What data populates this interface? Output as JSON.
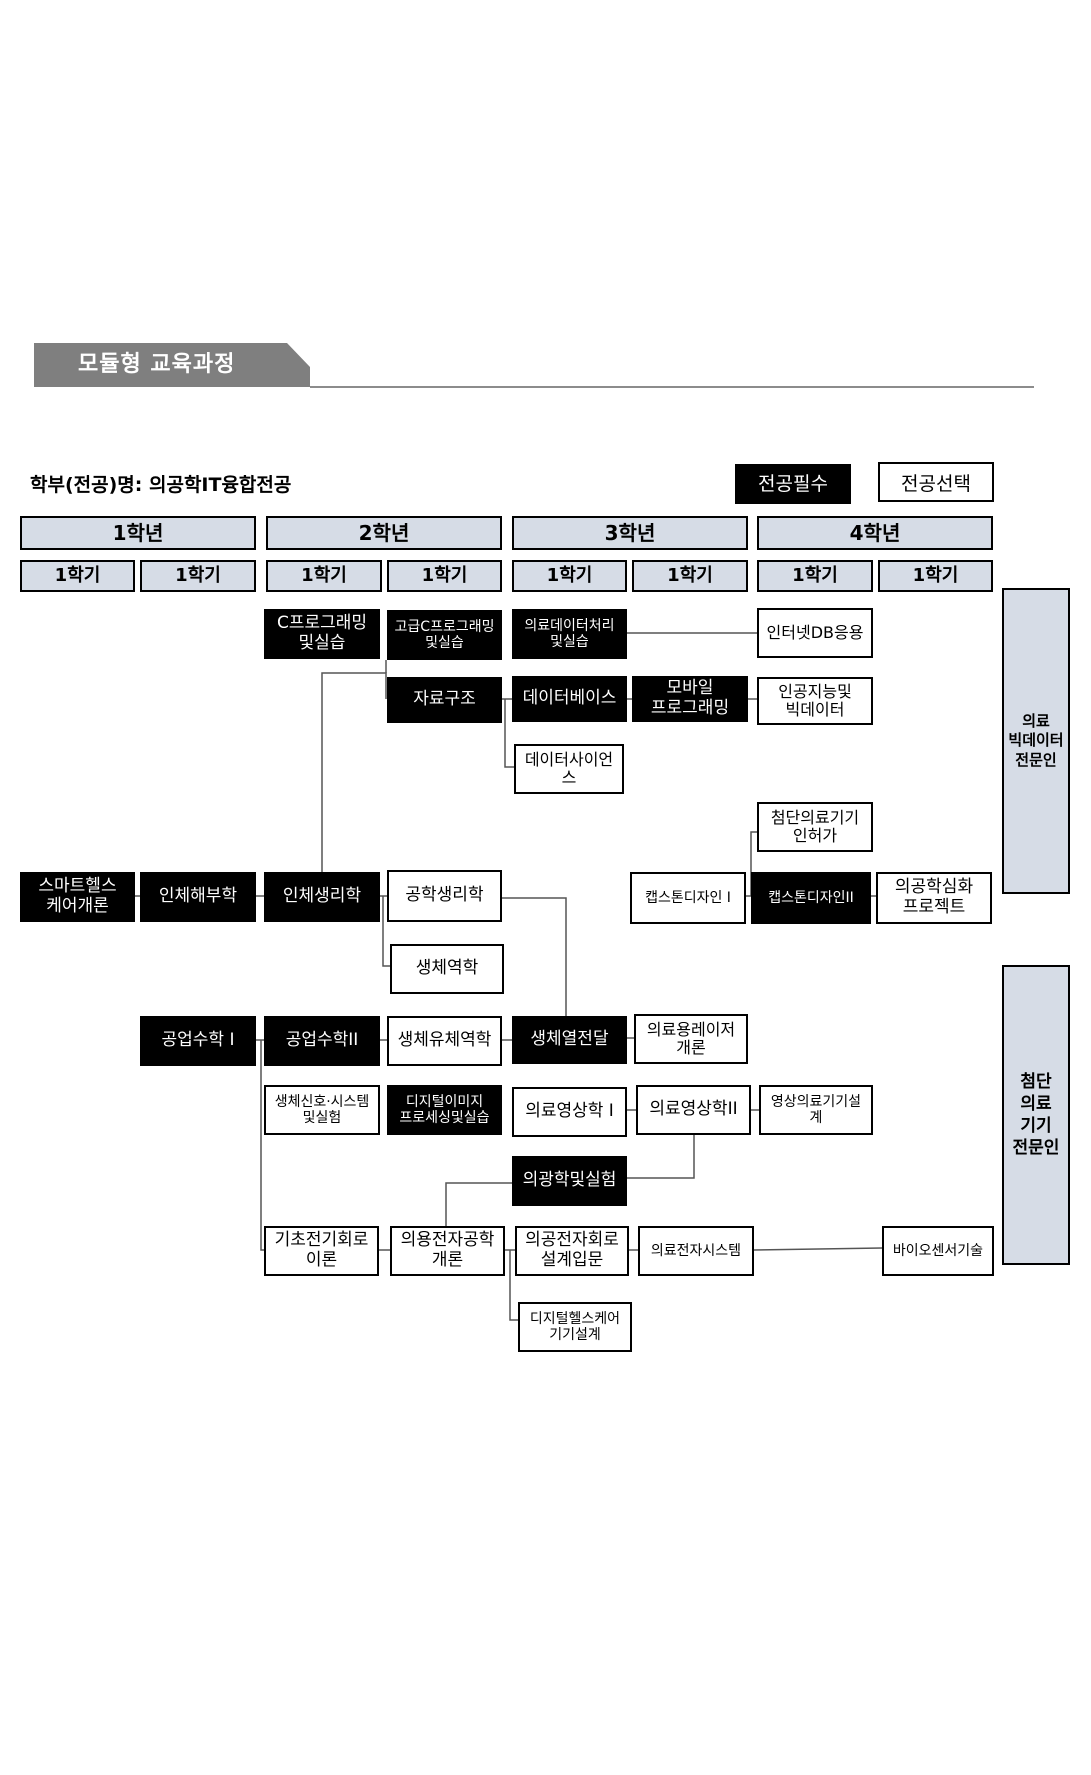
{
  "header": {
    "title": "모듈형 교육과정"
  },
  "department": "학부(전공)명: 의공학IT융합전공",
  "legend": {
    "required": "전공필수",
    "elective": "전공선택"
  },
  "years": [
    "1학년",
    "2학년",
    "3학년",
    "4학년"
  ],
  "semesters": [
    "1학기",
    "1학기",
    "1학기",
    "1학기",
    "1학기",
    "1학기",
    "1학기",
    "1학기"
  ],
  "tracks": {
    "big_data": "의료\n빅데이터\n전문인",
    "advanced_device": "첨단\n의료\n기기\n전문인"
  },
  "courses": {
    "c1": "C프로그래밍\n및실습",
    "c2": "고급C프로그래밍\n및실습",
    "c3": "의료데이터처리\n및실습",
    "c4": "인터넷DB응용",
    "c5": "자료구조",
    "c6": "데이터베이스",
    "c7": "모바일\n프로그래밍",
    "c8": "인공지능및\n빅데이터",
    "c9": "데이터사이언스",
    "c10": "첨단의료기기\n인허가",
    "c11": "스마트헬스\n케어개론",
    "c12": "인체해부학",
    "c13": "인체생리학",
    "c14": "공학생리학",
    "c15": "캡스톤디자인 I",
    "c16": "캡스톤디자인II",
    "c17": "의공학심화\n프로젝트",
    "c18": "생체역학",
    "c19": "공업수학 I",
    "c20": "공업수학II",
    "c21": "생체유체역학",
    "c22": "생체열전달",
    "c23": "의료용레이저\n개론",
    "c24": "생체신호·시스템\n및실험",
    "c25": "디지털이미지\n프로세싱및실습",
    "c26": "의료영상학 I",
    "c27": "의료영상학II",
    "c28": "영상의료기기설\n계",
    "c29": "의광학및실험",
    "c30": "기초전기회로\n이론",
    "c31": "의용전자공학\n개론",
    "c32": "의공전자회로\n설계입문",
    "c33": "의료전자시스템",
    "c34": "바이오센서기술",
    "c35": "디지털헬스케어\n기기설계"
  }
}
